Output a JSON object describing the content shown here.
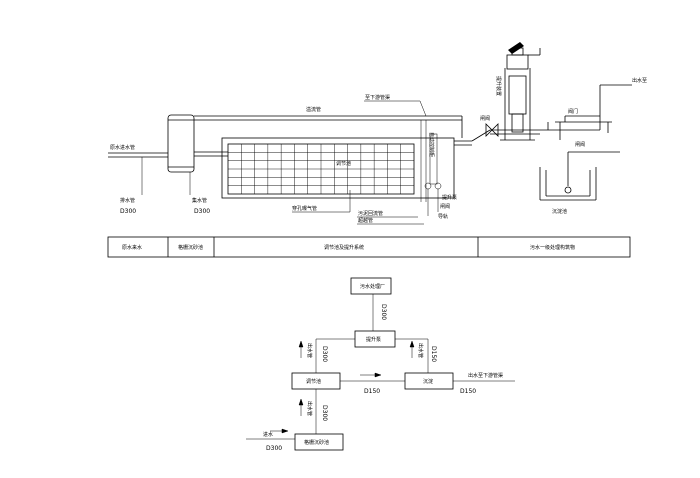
{
  "process": {
    "labels": {
      "inlet_pipe": "原水进水管",
      "pipe_left": "排水管",
      "dim_left": "D300",
      "pipe_mid": "集水管",
      "dim_mid": "D300",
      "overflow_pipe": "溢流管",
      "tank_name": "调节池",
      "top_note": "至下游管渠",
      "vertical_note": "自动控制柜",
      "lifting_pump": "提升泵",
      "stopper": "闸阀",
      "valve_left": "闸阀",
      "guide_rail": "导轨",
      "pipe_note_1": "穿孔曝气管",
      "pipe_note_2": "污泥回流管",
      "pipe_note_3": "超越管",
      "gantry_label": "提升装置",
      "gate_side": "阀门",
      "outlet_text": "出水至",
      "tank_label": "沉淀池",
      "valve_bottom": "闸阀",
      "tail_a": "出水",
      "tail_b": "至下游管渠"
    },
    "table": [
      "原水来水",
      "格栅沉砂池",
      "调节池及提升系统",
      "污水一级处理构筑物"
    ]
  },
  "flowchart": {
    "top_box": "污水处理厂",
    "mid_box": "提升泵",
    "left_box": "调节池",
    "right_box": "沉淀",
    "bottom_box": "格栅沉砂池",
    "pipe_top": "D300",
    "pipe_left_up": "D300",
    "pipe_left_label": "出水管",
    "pipe_right_up": "D150",
    "pipe_right_label": "出水管",
    "pipe_lower": "D300",
    "pipe_lower_label": "出水管",
    "pipe_mid_h": "D150",
    "out_label": "出水至下游管渠",
    "out_dim": "D150",
    "in_label": "进水",
    "in_dim": "D300"
  }
}
